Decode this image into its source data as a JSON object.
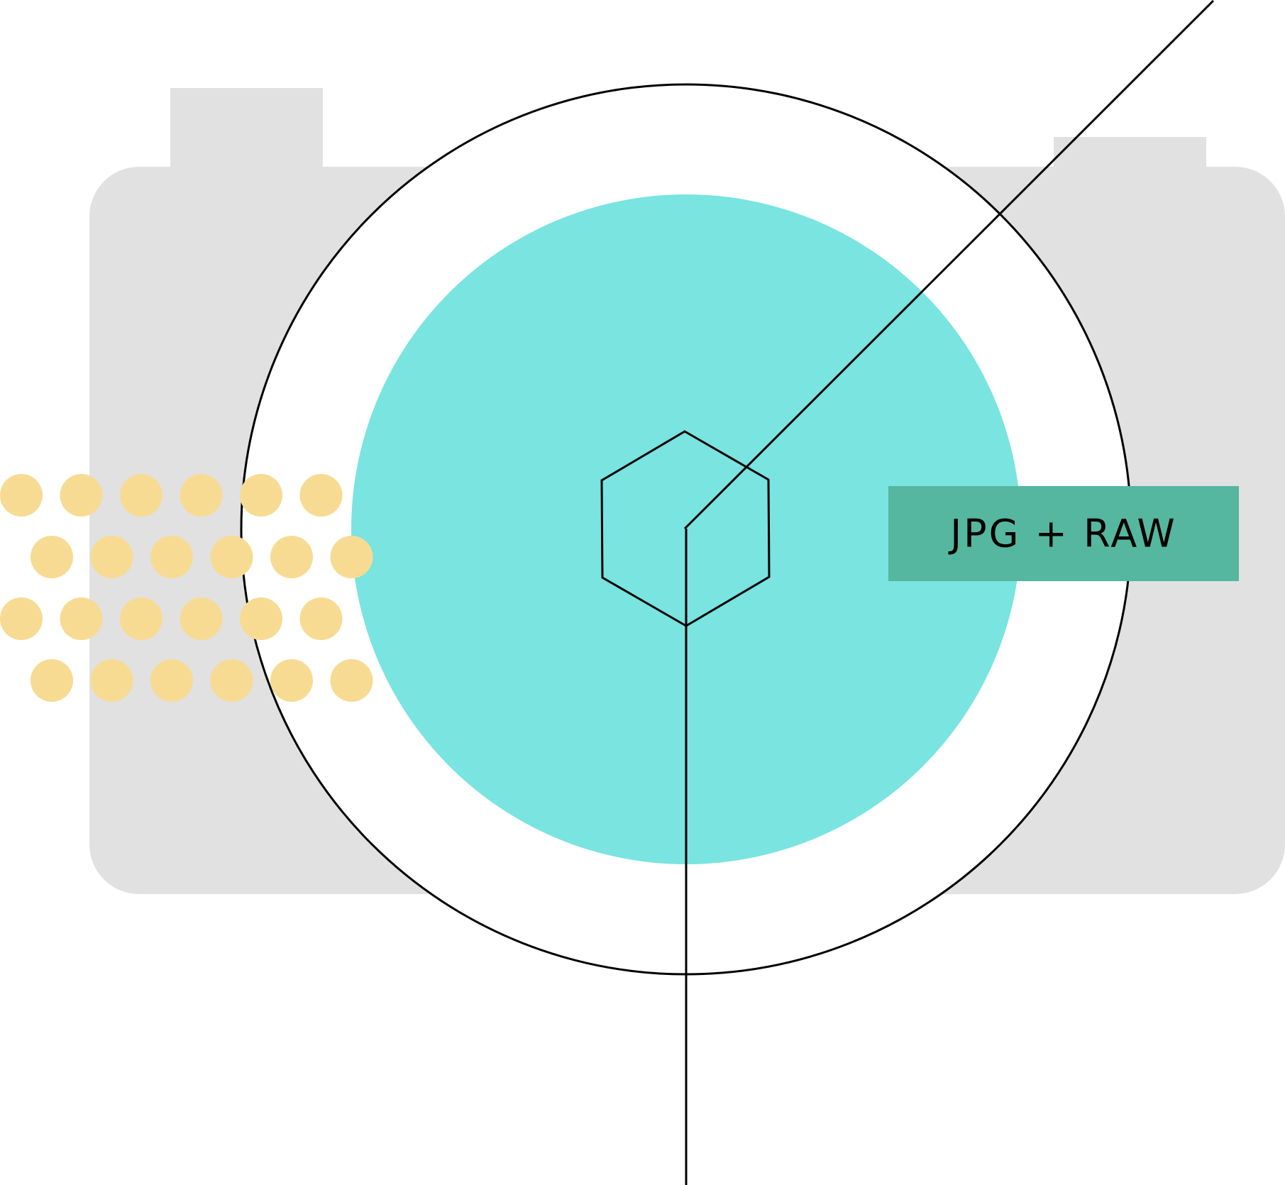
{
  "illustration": {
    "subject": "camera-icon",
    "format_badge": {
      "label": "JPG + RAW"
    },
    "dot_grid": {
      "rows": 4,
      "dots_per_row": 6
    },
    "colors": {
      "background": "#ffffff",
      "camera_body": "#e1e1e1",
      "lens_ring_stroke": "#000000",
      "lens_glass": "#79e4e0",
      "badge_fill": "#55b79f",
      "badge_text": "#000000",
      "dots": "#f8db93",
      "lines": "#000000"
    }
  }
}
